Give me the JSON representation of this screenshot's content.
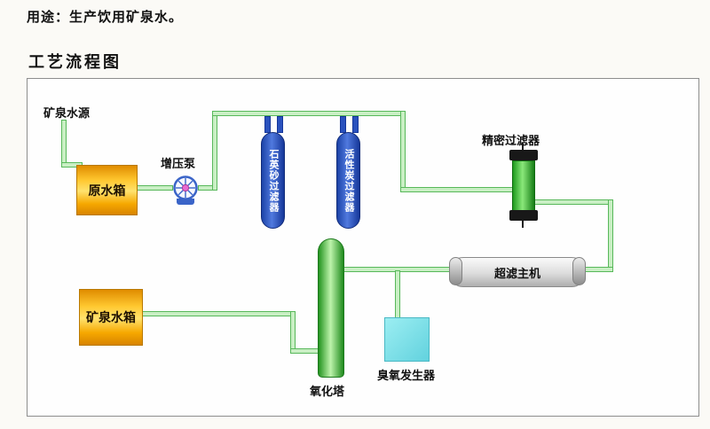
{
  "page": {
    "usage_line": "用途：生产饮用矿泉水。",
    "section_title": "工艺流程图"
  },
  "diagram": {
    "source": "矿泉水源",
    "raw_tank": "原水箱",
    "pump": "增压泵",
    "quartz_filter": "石英砂过滤器",
    "carbon_filter": "活性炭过滤器",
    "precision_filter": "精密过滤器",
    "uf_unit": "超滤主机",
    "oxidation_tower": "氧化塔",
    "ozone_generator": "臭氧发生器",
    "mineral_tank": "矿泉水箱"
  },
  "colors": {
    "pipe_fill": "#c9efc4",
    "pipe_edge": "#58b85a",
    "tank_yellow": "#f6a800",
    "filter_blue": "#2a52be",
    "precision_filter_green": "#2f9e2f",
    "tower_green": "#23931f",
    "ozone_cyan": "#7fe0ea",
    "uf_gray": "#d9d9d9"
  }
}
